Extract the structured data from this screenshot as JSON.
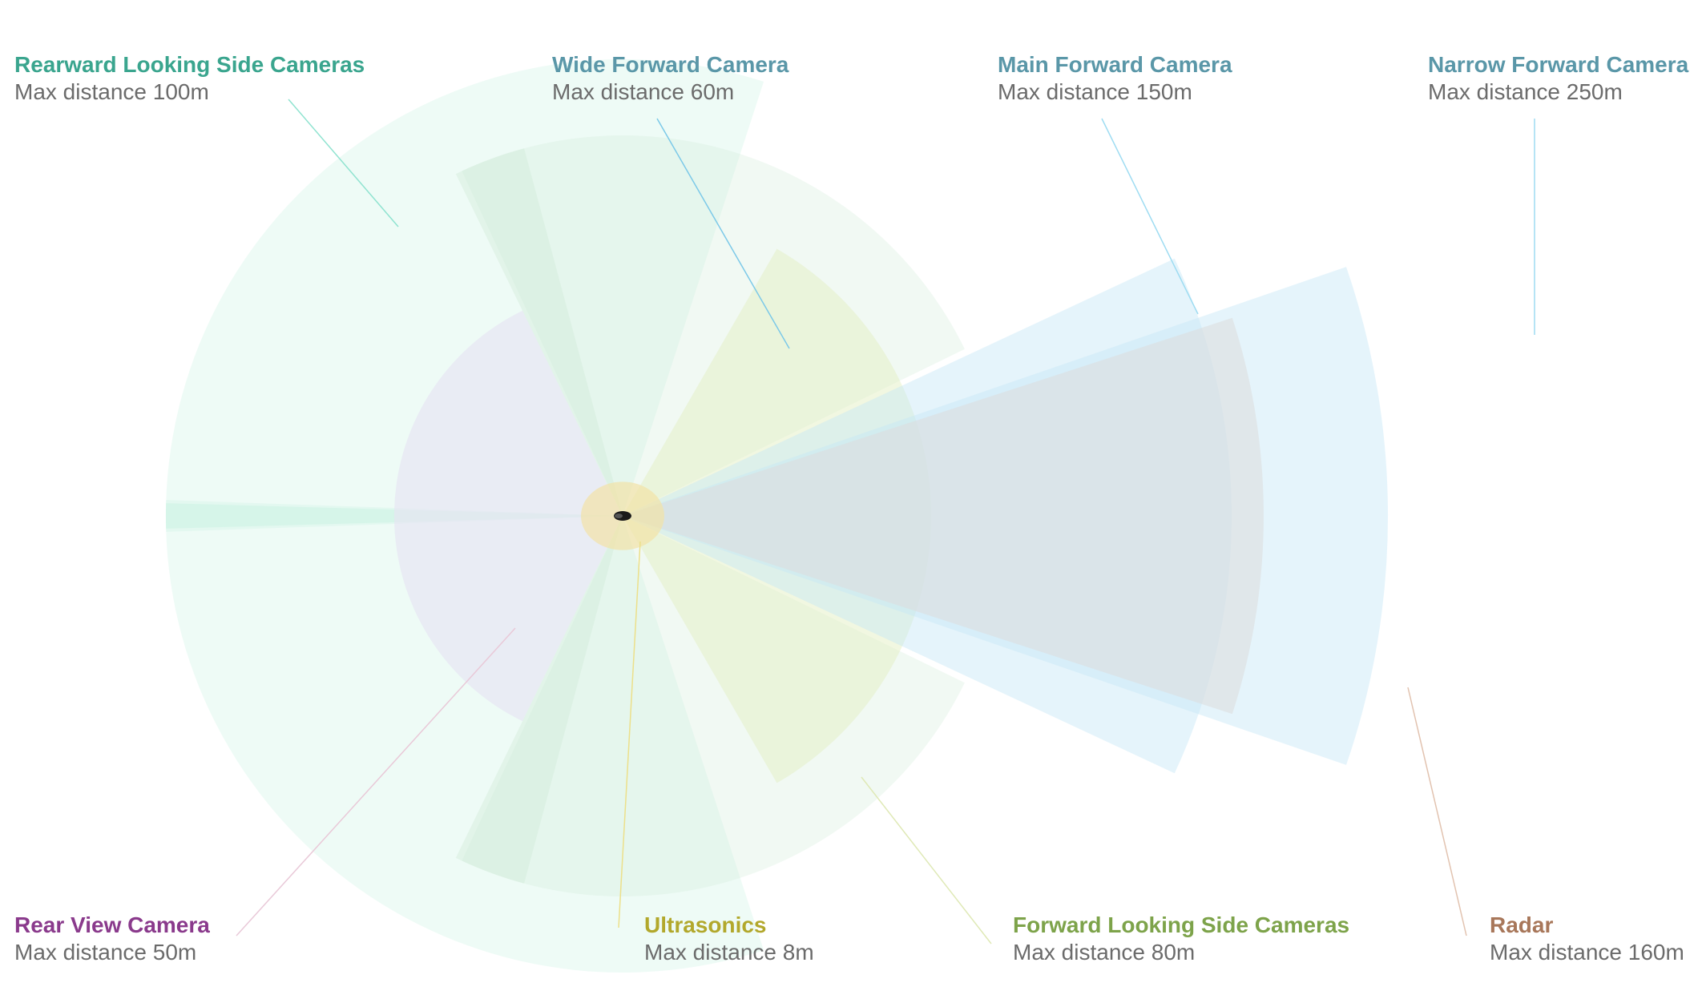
{
  "sensors": {
    "rearward_side": {
      "title": "Rearward Looking Side Cameras",
      "subtitle": "Max distance 100m",
      "color": "#3aa58e",
      "fill": "#cdf3e4",
      "line": "#8fe3d0"
    },
    "wide_forward": {
      "title": "Wide Forward Camera",
      "subtitle": "Max distance 60m",
      "color": "#5a97a8",
      "fill": "#e3f0c4",
      "line": "#7cc9e8"
    },
    "main_forward": {
      "title": "Main Forward Camera",
      "subtitle": "Max distance 150m",
      "color": "#5a97a8",
      "fill": "#c6e6f6",
      "line": "#9edcf2"
    },
    "narrow_forward": {
      "title": "Narrow Forward Camera",
      "subtitle": "Max distance 250m",
      "color": "#5a97a8",
      "fill": "#c6e6f6",
      "line": "#9edcf2"
    },
    "rear_view": {
      "title": "Rear View Camera",
      "subtitle": "Max distance 50m",
      "color": "#8a3a8c",
      "fill": "#e6e3f3",
      "line": "#e9c9d8"
    },
    "ultrasonics": {
      "title": "Ultrasonics",
      "subtitle": "Max distance 8m",
      "color": "#b2a82c",
      "fill": "#f2e3a6",
      "line": "#ece08a"
    },
    "forward_side": {
      "title": "Forward Looking Side Cameras",
      "subtitle": "Max distance 80m",
      "color": "#7da34a",
      "fill": "#cfead6",
      "line": "#dfe9b6"
    },
    "radar": {
      "title": "Radar",
      "subtitle": "Max distance 160m",
      "color": "#a8775a",
      "fill": "#dcdcdc",
      "line": "#e2c3b0"
    }
  },
  "car": {
    "color": "#1a1a1a"
  }
}
